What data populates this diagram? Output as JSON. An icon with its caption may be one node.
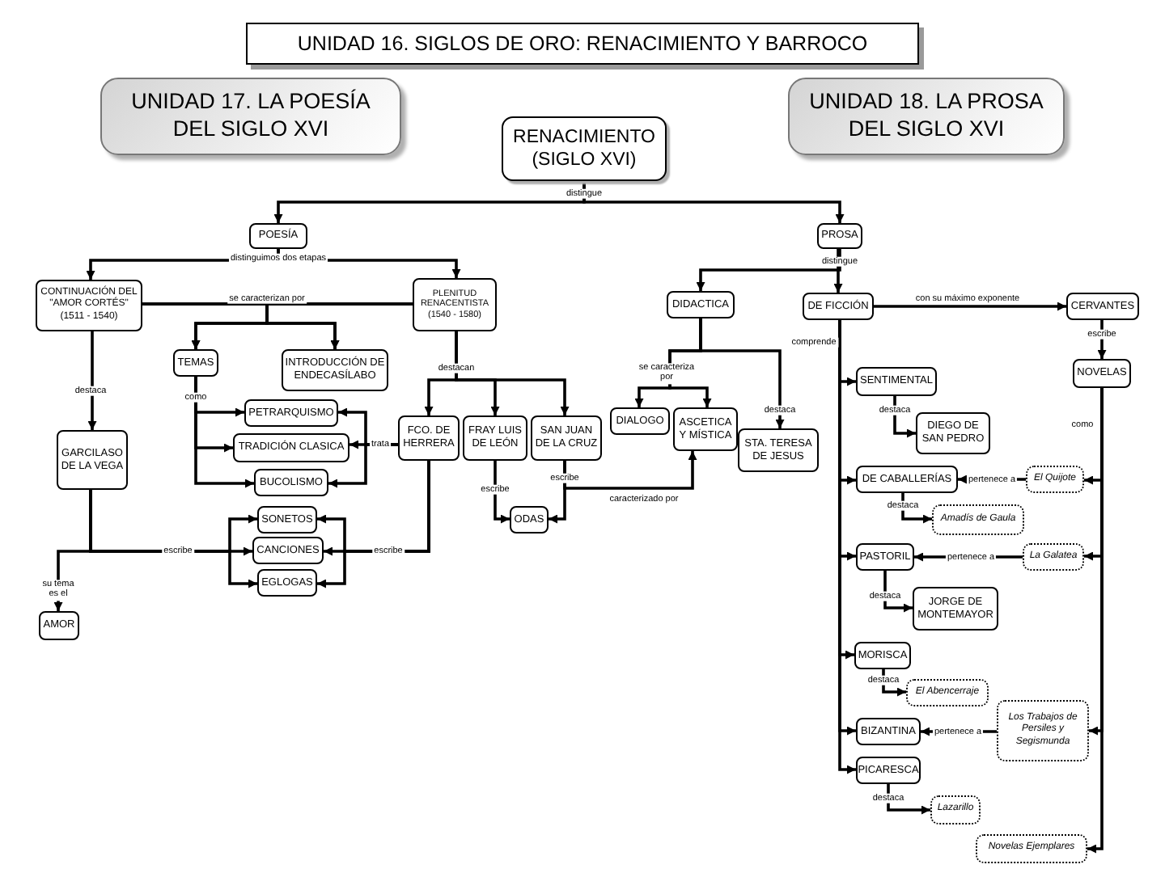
{
  "diagram": {
    "title": "UNIDAD 16. SIGLOS DE ORO: RENACIMIENTO Y BARROCO",
    "nodes": [
      {
        "text": [
          "UNIDAD 17. LA POESÍA DEL SIGLO XVI"
        ]
      },
      {
        "text": [
          "UNIDAD 18. LA PROSA DEL SIGLO XVI"
        ]
      },
      {
        "text": [
          "RENACIMIENTO (SIGLO XVI)"
        ]
      },
      {
        "text": [
          "POESÍA"
        ]
      },
      {
        "text": [
          "PROSA"
        ]
      },
      {
        "text": [
          "CONTINUACIÓN DEL \"AMOR CORTÉS\" (1511 - 1540)"
        ]
      },
      {
        "text": [
          "PLENITUD RENACENTISTA (1540 - 1580)"
        ]
      },
      {
        "text": [
          "DIDACTICA"
        ]
      },
      {
        "text": [
          "DE FICCIÓN"
        ]
      },
      {
        "text": [
          "CERVANTES"
        ]
      },
      {
        "text": [
          "TEMAS"
        ]
      },
      {
        "text": [
          "INTRODUCCIÓN DE ENDECASÍLABO"
        ]
      },
      {
        "text": [
          "SENTIMENTAL"
        ]
      },
      {
        "text": [
          "NOVELAS"
        ]
      },
      {
        "text": [
          "GARCILASO DE LA VEGA"
        ]
      },
      {
        "text": [
          "PETRARQUISMO"
        ]
      },
      {
        "text": [
          "TRADICIÓN CLASICA"
        ]
      },
      {
        "text": [
          "BUCOLISMO"
        ]
      },
      {
        "text": [
          "FCO. DE HERRERA"
        ]
      },
      {
        "text": [
          "FRAY LUIS DE LEÓN"
        ]
      },
      {
        "text": [
          "SAN JUAN DE LA CRUZ"
        ]
      },
      {
        "text": [
          "DIALOGO"
        ]
      },
      {
        "text": [
          "ASCETICA Y MÍSTICA"
        ]
      },
      {
        "text": [
          "STA. TERESA DE JESUS"
        ]
      },
      {
        "text": [
          "DIEGO DE SAN PEDRO"
        ]
      },
      {
        "text": [
          "DE CABALLERÍAS"
        ]
      },
      {
        "text": [
          "El Quijote"
        ]
      },
      {
        "text": [
          "SONETOS"
        ]
      },
      {
        "text": [
          "ODAS"
        ]
      },
      {
        "text": [
          "Amadís de Gaula"
        ]
      },
      {
        "text": [
          "CANCIONES"
        ]
      },
      {
        "text": [
          "PASTORIL"
        ]
      },
      {
        "text": [
          "La Galatea"
        ]
      },
      {
        "text": [
          "EGLOGAS"
        ]
      },
      {
        "text": [
          "JORGE DE MONTEMAYOR"
        ]
      },
      {
        "text": [
          "AMOR"
        ]
      },
      {
        "text": [
          "MORISCA"
        ]
      },
      {
        "text": [
          "El Abencerraje"
        ]
      },
      {
        "text": [
          "BIZANTINA"
        ]
      },
      {
        "text": [
          "Los Trabajos de Persiles y Segismunda"
        ]
      },
      {
        "text": [
          "PICARESCA"
        ]
      },
      {
        "text": [
          "Lazarillo"
        ]
      },
      {
        "text": [
          "Novelas Ejemplares"
        ]
      }
    ],
    "edges": [
      {
        "from": 2,
        "to": 3,
        "arrow": "to",
        "label": "distingue"
      },
      {
        "from": 2,
        "to": 4,
        "arrow": "to"
      },
      {
        "from": 3,
        "to": 5,
        "arrow": "to",
        "label": "distinguimos dos etapas"
      },
      {
        "from": 3,
        "to": 6,
        "arrow": "to"
      },
      {
        "from": 4,
        "to": 7,
        "arrow": "to",
        "label": "distingue"
      },
      {
        "from": 4,
        "to": 8,
        "arrow": "to"
      },
      {
        "from": 5,
        "to": 10,
        "arrow": "to",
        "label": "se caracterizan por"
      },
      {
        "from": 5,
        "to": 11,
        "arrow": "to"
      },
      {
        "from": 6,
        "to": 10,
        "arrow": "to"
      },
      {
        "from": 6,
        "to": 11,
        "arrow": "to"
      },
      {
        "from": 5,
        "to": 14,
        "arrow": "to",
        "label": "destaca"
      },
      {
        "from": 6,
        "to": 18,
        "arrow": "to",
        "label": "destacan"
      },
      {
        "from": 6,
        "to": 19,
        "arrow": "to"
      },
      {
        "from": 6,
        "to": 20,
        "arrow": "to"
      },
      {
        "from": 10,
        "to": 15,
        "arrow": "to",
        "label": "como"
      },
      {
        "from": 10,
        "to": 16,
        "arrow": "to"
      },
      {
        "from": 10,
        "to": 17,
        "arrow": "to"
      },
      {
        "from": 18,
        "to": 15,
        "arrow": "to",
        "label": "trata"
      },
      {
        "from": 18,
        "to": 16,
        "arrow": "to"
      },
      {
        "from": 18,
        "to": 17,
        "arrow": "to"
      },
      {
        "from": 7,
        "to": 21,
        "arrow": "to",
        "label": "se caracteriza por"
      },
      {
        "from": 7,
        "to": 22,
        "arrow": "to"
      },
      {
        "from": 7,
        "to": 23,
        "arrow": "to",
        "label": "destaca"
      },
      {
        "from": 8,
        "to": 9,
        "arrow": "to",
        "label": "con su máximo exponente"
      },
      {
        "from": 8,
        "to": 12,
        "arrow": "to",
        "label": "comprende"
      },
      {
        "from": 8,
        "to": 25,
        "arrow": "to"
      },
      {
        "from": 8,
        "to": 31,
        "arrow": "to"
      },
      {
        "from": 8,
        "to": 36,
        "arrow": "to"
      },
      {
        "from": 8,
        "to": 38,
        "arrow": "to"
      },
      {
        "from": 8,
        "to": 40,
        "arrow": "to"
      },
      {
        "from": 9,
        "to": 13,
        "arrow": "to",
        "label": "escribe"
      },
      {
        "from": 13,
        "to": 26,
        "arrow": "to",
        "label": "como"
      },
      {
        "from": 13,
        "to": 32,
        "arrow": "to"
      },
      {
        "from": 13,
        "to": 39,
        "arrow": "to"
      },
      {
        "from": 13,
        "to": 42,
        "arrow": "to"
      },
      {
        "from": 12,
        "to": 24,
        "arrow": "to",
        "label": "destaca"
      },
      {
        "from": 26,
        "to": 25,
        "arrow": "to",
        "label": "pertenece a"
      },
      {
        "from": 25,
        "to": 29,
        "arrow": "to",
        "label": "destaca"
      },
      {
        "from": 32,
        "to": 31,
        "arrow": "to",
        "label": "pertenece a"
      },
      {
        "from": 31,
        "to": 34,
        "arrow": "to",
        "label": "destaca"
      },
      {
        "from": 36,
        "to": 37,
        "arrow": "to",
        "label": "destaca"
      },
      {
        "from": 39,
        "to": 38,
        "arrow": "to",
        "label": "pertenece a"
      },
      {
        "from": 40,
        "to": 41,
        "arrow": "to",
        "label": "destaca"
      },
      {
        "from": 14,
        "to": 27,
        "arrow": "to",
        "label": "escribe"
      },
      {
        "from": 14,
        "to": 30,
        "arrow": "to"
      },
      {
        "from": 14,
        "to": 33,
        "arrow": "to"
      },
      {
        "from": 14,
        "to": 35,
        "arrow": "to",
        "label": "su tema es el"
      },
      {
        "from": 18,
        "to": 27,
        "arrow": "to",
        "label": "escribe"
      },
      {
        "from": 18,
        "to": 30,
        "arrow": "to"
      },
      {
        "from": 18,
        "to": 33,
        "arrow": "to"
      },
      {
        "from": 19,
        "to": 28,
        "arrow": "to",
        "label": "escribe"
      },
      {
        "from": 20,
        "to": 28,
        "arrow": "to",
        "label": "escribe"
      },
      {
        "from": 20,
        "to": 22,
        "arrow": "to",
        "label": "caracterizado por"
      }
    ]
  }
}
